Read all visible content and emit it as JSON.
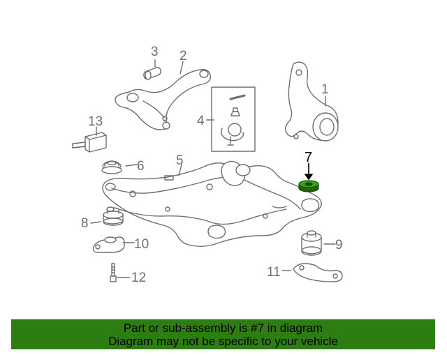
{
  "callouts": {
    "c1": "1",
    "c2": "2",
    "c3": "3",
    "c4": "4",
    "c5": "5",
    "c6": "6",
    "c7": "7",
    "c8": "8",
    "c9": "9",
    "c10": "10",
    "c11": "11",
    "c12": "12",
    "c13": "13"
  },
  "banner": {
    "line1": "Part or sub-assembly is #7 in diagram",
    "line2": "Diagram may not be specific to your vehicle"
  },
  "colors": {
    "banner_bg": "#2e7d12",
    "highlight_part": "#1f6b0e",
    "line_art": "#6e6e6e"
  }
}
